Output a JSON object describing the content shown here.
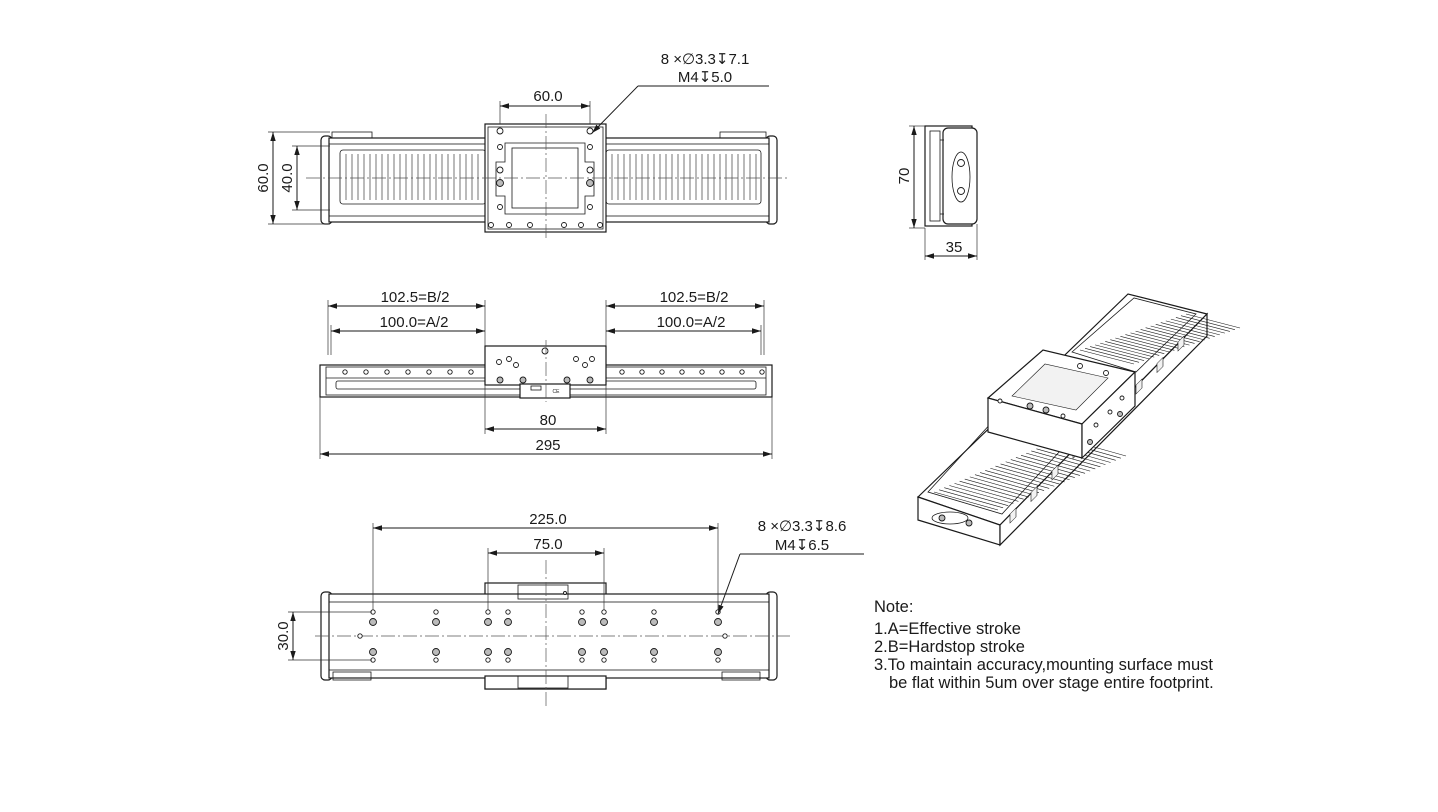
{
  "top_view": {
    "hole_callout_line1": "8 ×∅3.3↧7.1",
    "hole_callout_line2": "M4↧5.0",
    "dim_hole_pitch": "60.0",
    "dim_overall_width": "60.0",
    "dim_rail_width": "40.0"
  },
  "end_view": {
    "dim_height": "70",
    "dim_depth": "35"
  },
  "front_view": {
    "dim_hardstop_left": "102.5=B/2",
    "dim_hardstop_right": "102.5=B/2",
    "dim_stroke_left": "100.0=A/2",
    "dim_stroke_right": "100.0=A/2",
    "dim_carriage_length": "80",
    "dim_overall_length": "295"
  },
  "bottom_view": {
    "hole_callout_line1": "8 ×∅3.3↧8.6",
    "hole_callout_line2": "M4↧6.5",
    "dim_outer_pitch": "225.0",
    "dim_inner_pitch": "75.0",
    "dim_row_pitch": "30.0"
  },
  "notes": {
    "heading": "Note:",
    "items": [
      "1.A=Effective stroke",
      "2.B=Hardstop stroke",
      "3.To maintain accuracy,mounting surface must",
      "be flat within 5um over stage entire footprint."
    ]
  }
}
